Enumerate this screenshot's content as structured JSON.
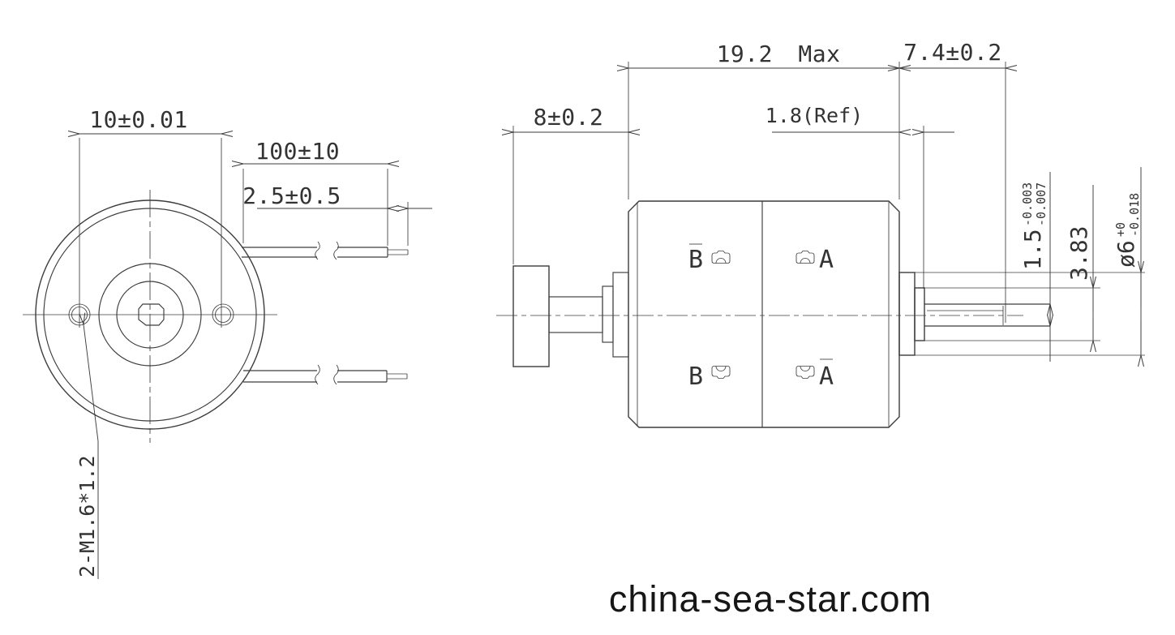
{
  "drawing": {
    "front_view": {
      "dim_mount_hole_spacing": "10±0.01",
      "dim_lead_wire_length": "100±10",
      "dim_wire_tinned_end": "2.5±0.5",
      "callout_mount_holes": "2-M1.6*1.2"
    },
    "side_view": {
      "dim_body_length_max": "19.2 Max",
      "dim_shaft_extension": "7.4±0.2",
      "dim_rear_assembly": "8±0.2",
      "dim_pilot_ref": "1.8(Ref)",
      "dim_shaft_flat": {
        "value": "1.5",
        "tol_upper": "-0.003",
        "tol_lower": "-0.007"
      },
      "dim_bearing_boss": "3.83",
      "dim_pilot_dia": {
        "value": "ø6",
        "tol_upper": "+0",
        "tol_lower": "-0.018"
      },
      "terminals": {
        "top_left": "B",
        "top_right": "A",
        "bottom_left": "B",
        "bottom_right": "A"
      }
    },
    "watermark": "china-sea-star.com",
    "line_color": "#3c3c3c",
    "text_color": "#333333"
  }
}
